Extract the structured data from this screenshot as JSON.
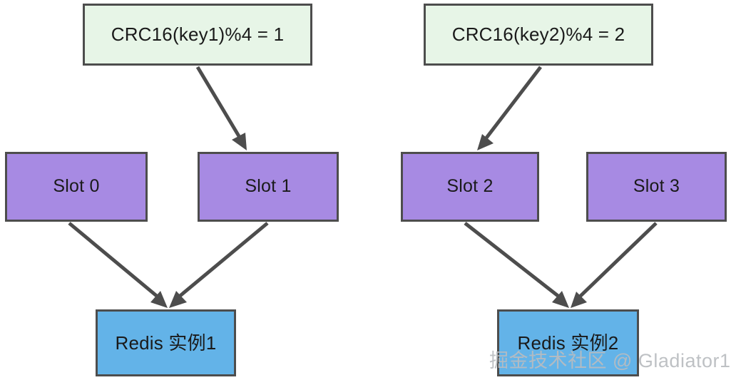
{
  "diagram": {
    "title": "Redis Cluster slot hashing diagram",
    "background_color": "#ffffff",
    "edge_color": "#4d4d4d",
    "hash_nodes": [
      {
        "id": "hash1",
        "label": "CRC16(key1)%4 = 1",
        "fill": "#e7f5e7",
        "stroke": "#4d4d4d"
      },
      {
        "id": "hash2",
        "label": "CRC16(key2)%4 = 2",
        "fill": "#e7f5e7",
        "stroke": "#4d4d4d"
      }
    ],
    "slot_nodes": [
      {
        "id": "slot0",
        "label": "Slot 0",
        "fill": "#a78ae3",
        "stroke": "#4d4d4d"
      },
      {
        "id": "slot1",
        "label": "Slot 1",
        "fill": "#a78ae3",
        "stroke": "#4d4d4d"
      },
      {
        "id": "slot2",
        "label": "Slot 2",
        "fill": "#a78ae3",
        "stroke": "#4d4d4d"
      },
      {
        "id": "slot3",
        "label": "Slot 3",
        "fill": "#a78ae3",
        "stroke": "#4d4d4d"
      }
    ],
    "instance_nodes": [
      {
        "id": "inst1",
        "label": "Redis 实例1",
        "fill": "#63b3e8",
        "stroke": "#4d4d4d"
      },
      {
        "id": "inst2",
        "label": "Redis 实例2",
        "fill": "#63b3e8",
        "stroke": "#4d4d4d"
      }
    ],
    "edges": [
      {
        "from": "hash1",
        "to": "slot1"
      },
      {
        "from": "hash2",
        "to": "slot2"
      },
      {
        "from": "slot0",
        "to": "inst1"
      },
      {
        "from": "slot1",
        "to": "inst1"
      },
      {
        "from": "slot2",
        "to": "inst2"
      },
      {
        "from": "slot3",
        "to": "inst2"
      }
    ],
    "watermark": "掘金技术社区 @ Gladiator1"
  }
}
